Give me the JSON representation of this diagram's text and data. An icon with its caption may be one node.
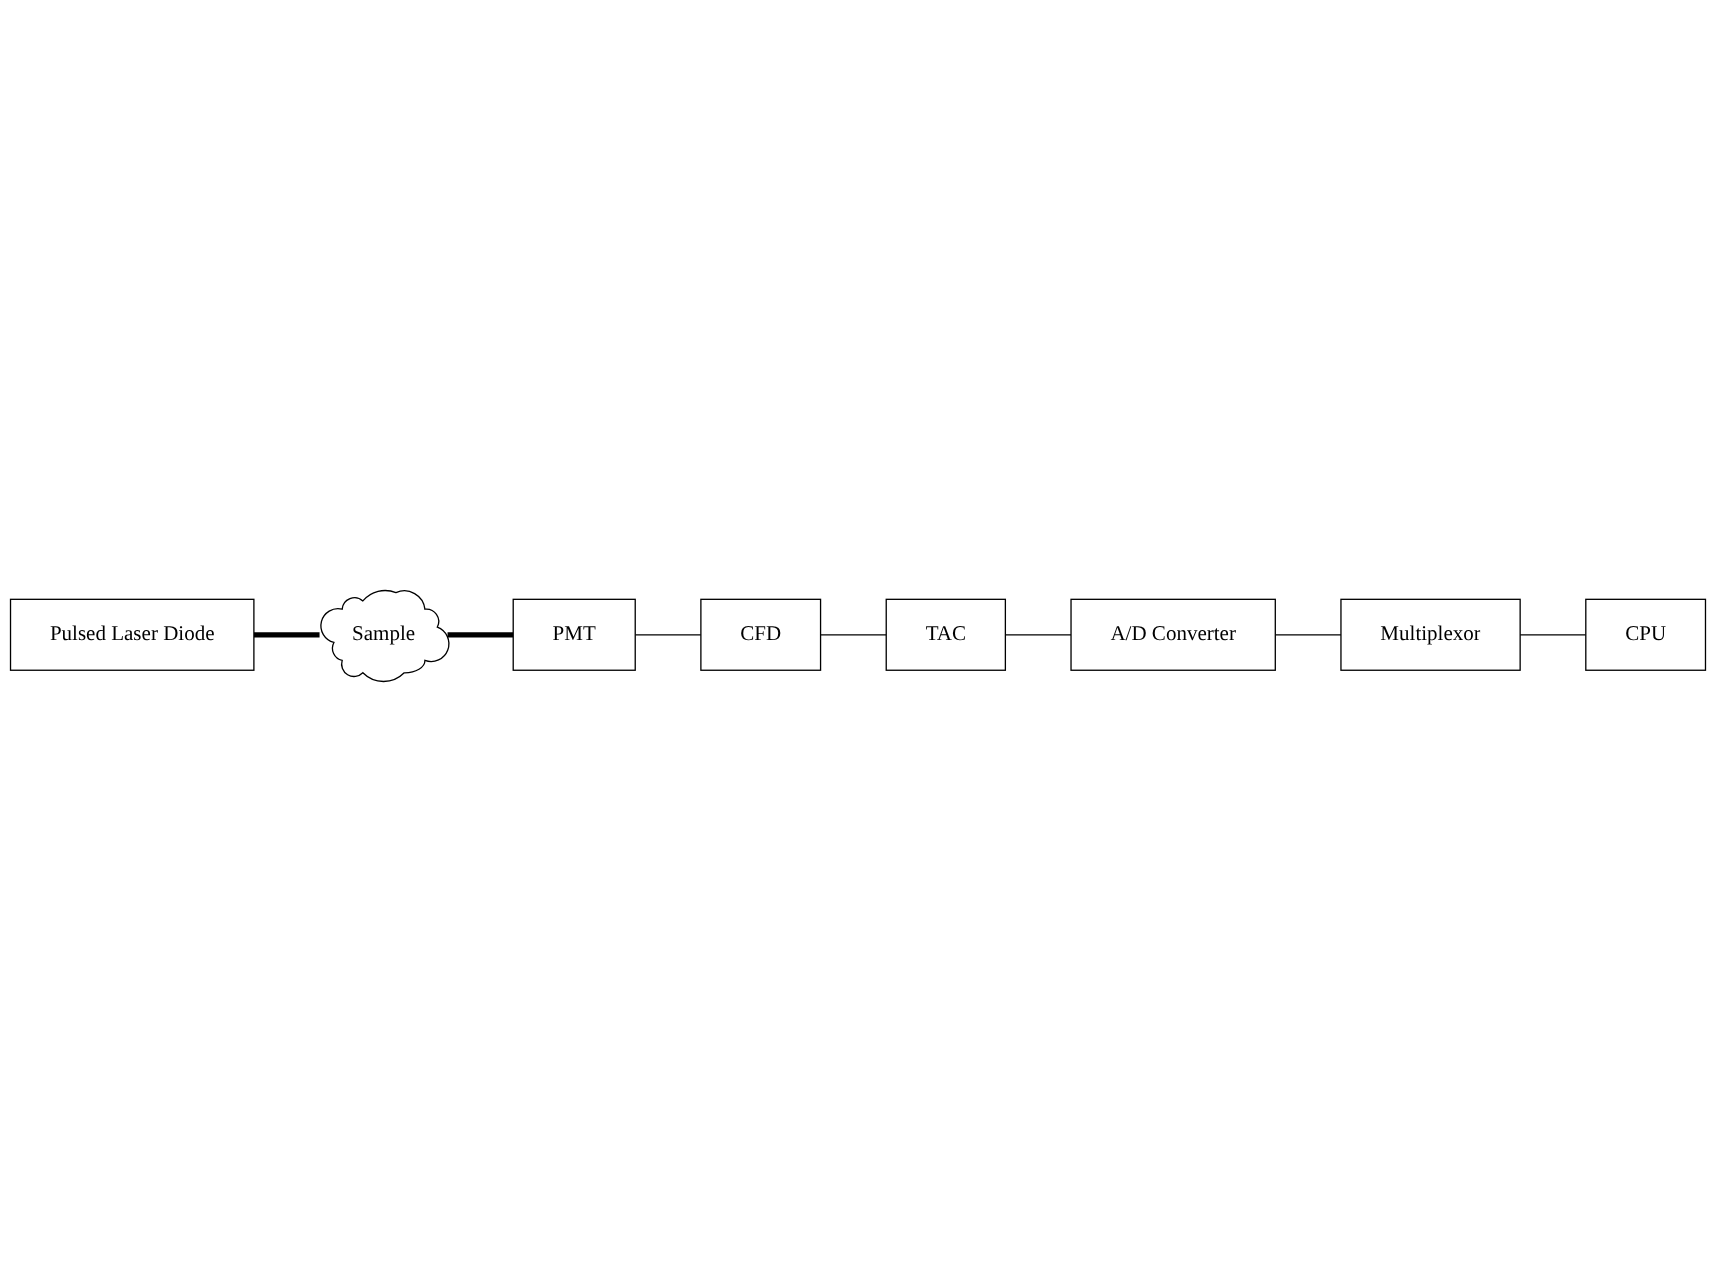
{
  "diagram": {
    "nodes": [
      {
        "text": [
          "Pulsed Laser Diode"
        ]
      },
      {
        "text": [
          "Sample"
        ]
      },
      {
        "text": [
          "PMT"
        ]
      },
      {
        "text": [
          "CFD"
        ]
      },
      {
        "text": [
          "TAC"
        ]
      },
      {
        "text": [
          "A/D Converter"
        ]
      },
      {
        "text": [
          "Multiplexor"
        ]
      },
      {
        "text": [
          "CPU"
        ]
      }
    ],
    "edges": [
      {
        "from": 0,
        "to": 1,
        "arrow": "none",
        "style": "thick"
      },
      {
        "from": 1,
        "to": 2,
        "arrow": "none",
        "style": "thick"
      },
      {
        "from": 2,
        "to": 3,
        "arrow": "none"
      },
      {
        "from": 3,
        "to": 4,
        "arrow": "none"
      },
      {
        "from": 4,
        "to": 5,
        "arrow": "none"
      },
      {
        "from": 5,
        "to": 6,
        "arrow": "none"
      },
      {
        "from": 6,
        "to": 7,
        "arrow": "none"
      }
    ]
  }
}
